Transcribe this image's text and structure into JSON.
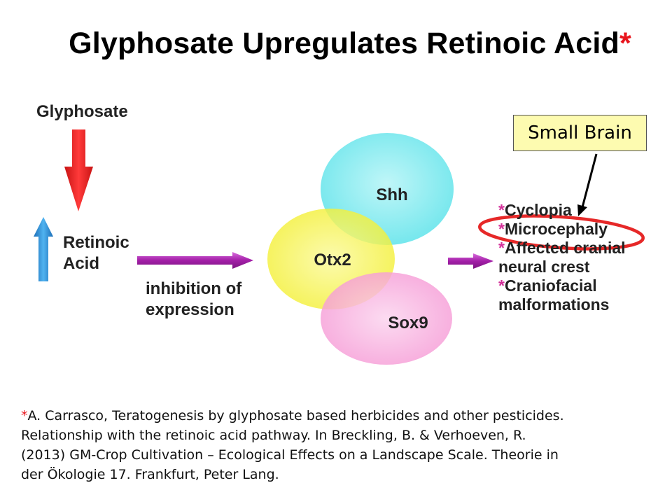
{
  "title": {
    "text": "Glyphosate Upregulates Retinoic Acid",
    "asterisk": "*"
  },
  "diagram": {
    "glyphosate_label": "Glyphosate",
    "retinoic_line1": "Retinoic",
    "retinoic_line2": "Acid",
    "inhibition_line1": "inhibition of",
    "inhibition_line2": "expression",
    "genes": {
      "shh": "Shh",
      "otx2": "Otx2",
      "sox9": "Sox9"
    },
    "effects": [
      {
        "marker": "*",
        "text": "Cyclopia"
      },
      {
        "marker": "*",
        "text": "Microcephaly"
      },
      {
        "marker": "*",
        "text": "Affected cranial"
      },
      {
        "marker": "",
        "text": "neural crest"
      },
      {
        "marker": "*",
        "text": "Craniofacial"
      },
      {
        "marker": "",
        "text": "malformations"
      }
    ],
    "callout": "Small Brain"
  },
  "colors": {
    "red_arrow": "#ee1b1b",
    "blue_arrow": "#2b8fd9",
    "purple_arrow": "#b22ab8",
    "shh_fill": "#62e6ec",
    "otx2_fill": "#f5f23a",
    "sox9_fill": "#f59ed8",
    "highlight_ring": "#e62828",
    "callout_bg": "#fdfbb0"
  },
  "citation": {
    "marker": "*",
    "line1": "A. Carrasco, Teratogenesis by glyphosate based herbicides and other pesticides.",
    "line2": "Relationship with the retinoic acid pathway. In  Breckling, B. & Verhoeven, R.",
    "line3": "(2013) GM-Crop Cultivation – Ecological Effects on a Landscape Scale. Theorie in",
    "line4": "der Ökologie 17. Frankfurt,  Peter Lang."
  }
}
